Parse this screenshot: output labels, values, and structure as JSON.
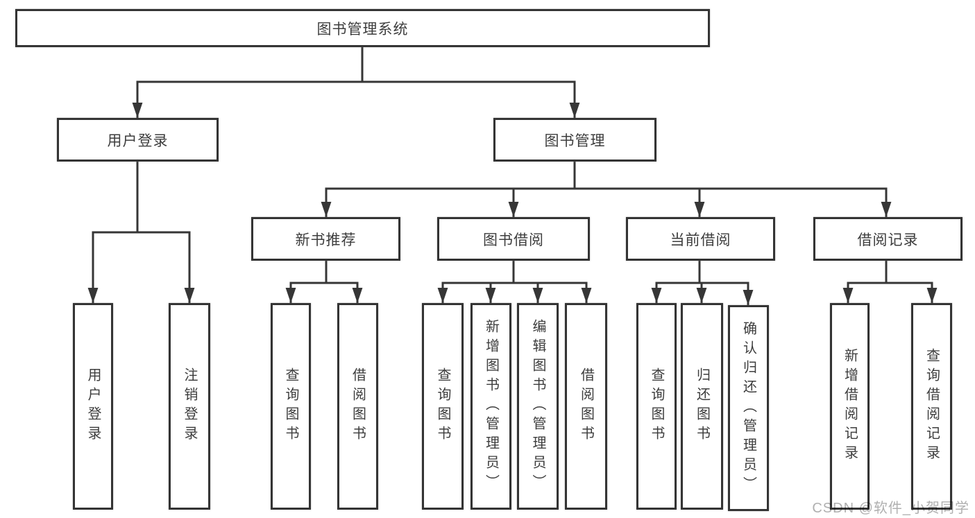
{
  "diagram": {
    "type": "hierarchy-tree",
    "watermark": "CSDN @软件_小贺同学",
    "colors": {
      "background": "#ffffff",
      "box_border": "#343434",
      "connector": "#363636",
      "text": "#3d3d3d",
      "watermark_text": "#b0b0b0"
    }
  },
  "tree": {
    "root": {
      "label": "图书管理系统",
      "children": [
        {
          "label": "用户登录",
          "children": [
            {
              "label": "用户登录"
            },
            {
              "label": "注销登录"
            }
          ]
        },
        {
          "label": "图书管理",
          "children": [
            {
              "label": "新书推荐",
              "children": [
                {
                  "label": "查询图书"
                },
                {
                  "label": "借阅图书"
                }
              ]
            },
            {
              "label": "图书借阅",
              "children": [
                {
                  "label": "查询图书"
                },
                {
                  "label": "新增图书（管理员）"
                },
                {
                  "label": "编辑图书（管理员）"
                },
                {
                  "label": "借阅图书"
                }
              ]
            },
            {
              "label": "当前借阅",
              "children": [
                {
                  "label": "查询图书"
                },
                {
                  "label": "归还图书"
                },
                {
                  "label": "确认归还（管理员）"
                }
              ]
            },
            {
              "label": "借阅记录",
              "children": [
                {
                  "label": "新增借阅记录"
                },
                {
                  "label": "查询借阅记录"
                }
              ]
            }
          ]
        }
      ]
    }
  }
}
